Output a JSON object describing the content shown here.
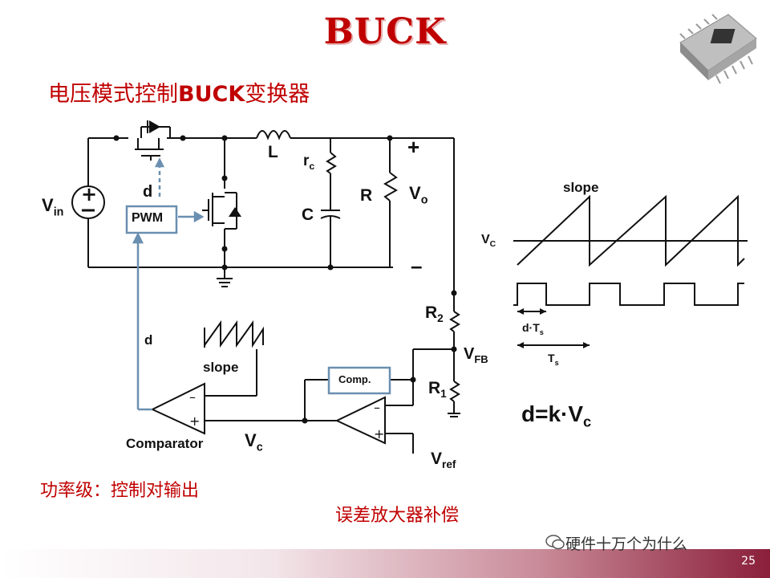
{
  "title": "BUCK",
  "subtitle_cn": "电压模式控制",
  "subtitle_en": "BUCK",
  "subtitle_cn2": "变换器",
  "labels": {
    "L": "L",
    "rc": "r",
    "rc_sub": "c",
    "C": "C",
    "R": "R",
    "plus": "+",
    "minus": "–",
    "Vo": "V",
    "Vo_sub": "o",
    "Vin": "V",
    "Vin_sub": "in",
    "d_top": "d",
    "pwm": "PWM",
    "d_side": "d",
    "slope_small": "slope",
    "comparator": "Comparator",
    "vc": "V",
    "vc_sub": "c",
    "comp_box": "Comp.",
    "R2": "R",
    "R2_sub": "2",
    "R1": "R",
    "R1_sub": "1",
    "VFB": "V",
    "VFB_sub": "FB",
    "Vref": "V",
    "Vref_sub": "ref",
    "slope_wave": "slope",
    "VC_wave": "V",
    "VC_wave_sub": "C",
    "dTs": "d·T",
    "dTs_sub": "s",
    "Ts": "T",
    "Ts_sub": "s",
    "formula": "d=k·V",
    "formula_sub": "c"
  },
  "notes": {
    "power_stage": "功率级：控制对输出",
    "error_amp": "误差放大器补偿"
  },
  "brand": "硬件十万个为什么",
  "page_number": "25",
  "colors": {
    "accent": "#c00000",
    "feedback": "#6a8fb0",
    "wire": "#111111"
  }
}
